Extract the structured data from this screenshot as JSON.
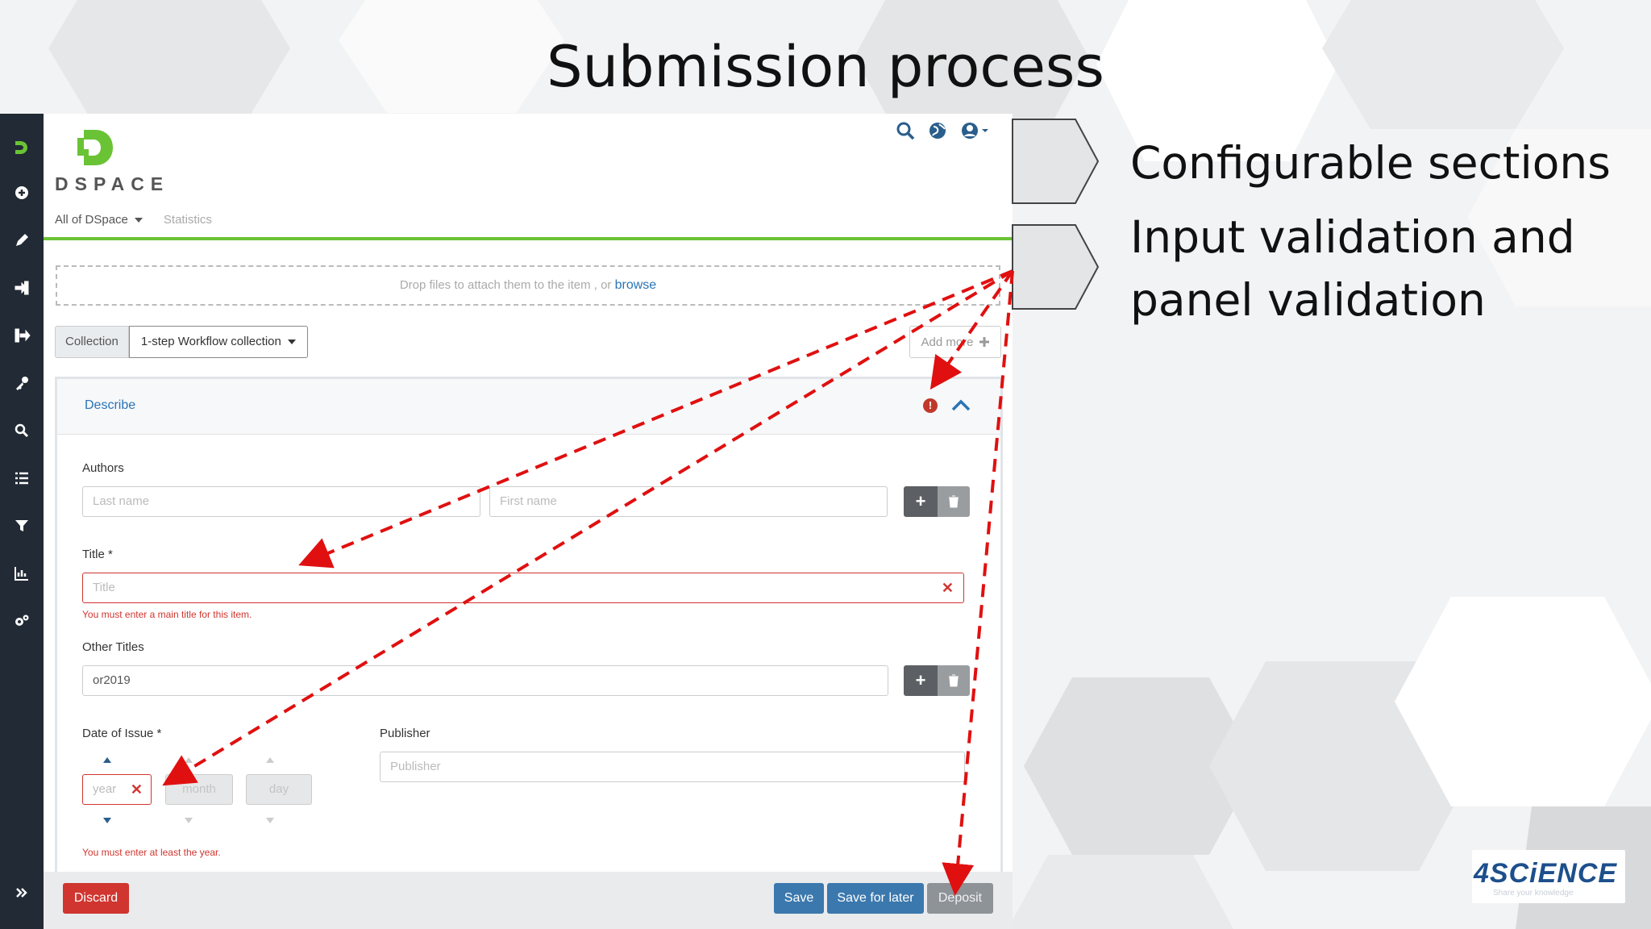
{
  "slide": {
    "title": "Submission process",
    "bullets": [
      "Configurable sections",
      "Input validation and",
      "panel validation"
    ],
    "brand": "4SCiENCE",
    "brand_tagline": "Share your knowledge"
  },
  "colors": {
    "accent_green": "#6ac335",
    "sidebar": "#222a35",
    "error": "#d0352f",
    "primary": "#3b78ad"
  },
  "app": {
    "logo_text": "DSPACE",
    "nav": {
      "communities": "All of DSpace",
      "statistics": "Statistics"
    },
    "dropzone": {
      "text": "Drop files to attach them to the item , or",
      "link": "browse"
    },
    "collection": {
      "label": "Collection",
      "value": "1-step Workflow collection"
    },
    "add_more": "Add more",
    "panel": {
      "title": "Describe",
      "authors": {
        "label": "Authors",
        "last_placeholder": "Last name",
        "first_placeholder": "First name"
      },
      "title_field": {
        "label": "Title *",
        "placeholder": "Title",
        "error": "You must enter a main title for this item."
      },
      "other_titles": {
        "label": "Other Titles",
        "value": "or2019"
      },
      "date": {
        "label": "Date of Issue *",
        "year": "year",
        "month": "month",
        "day": "day",
        "error": "You must enter at least the year."
      },
      "publisher": {
        "label": "Publisher",
        "placeholder": "Publisher"
      }
    },
    "footer": {
      "discard": "Discard",
      "save": "Save",
      "save_later": "Save for later",
      "deposit": "Deposit"
    }
  }
}
